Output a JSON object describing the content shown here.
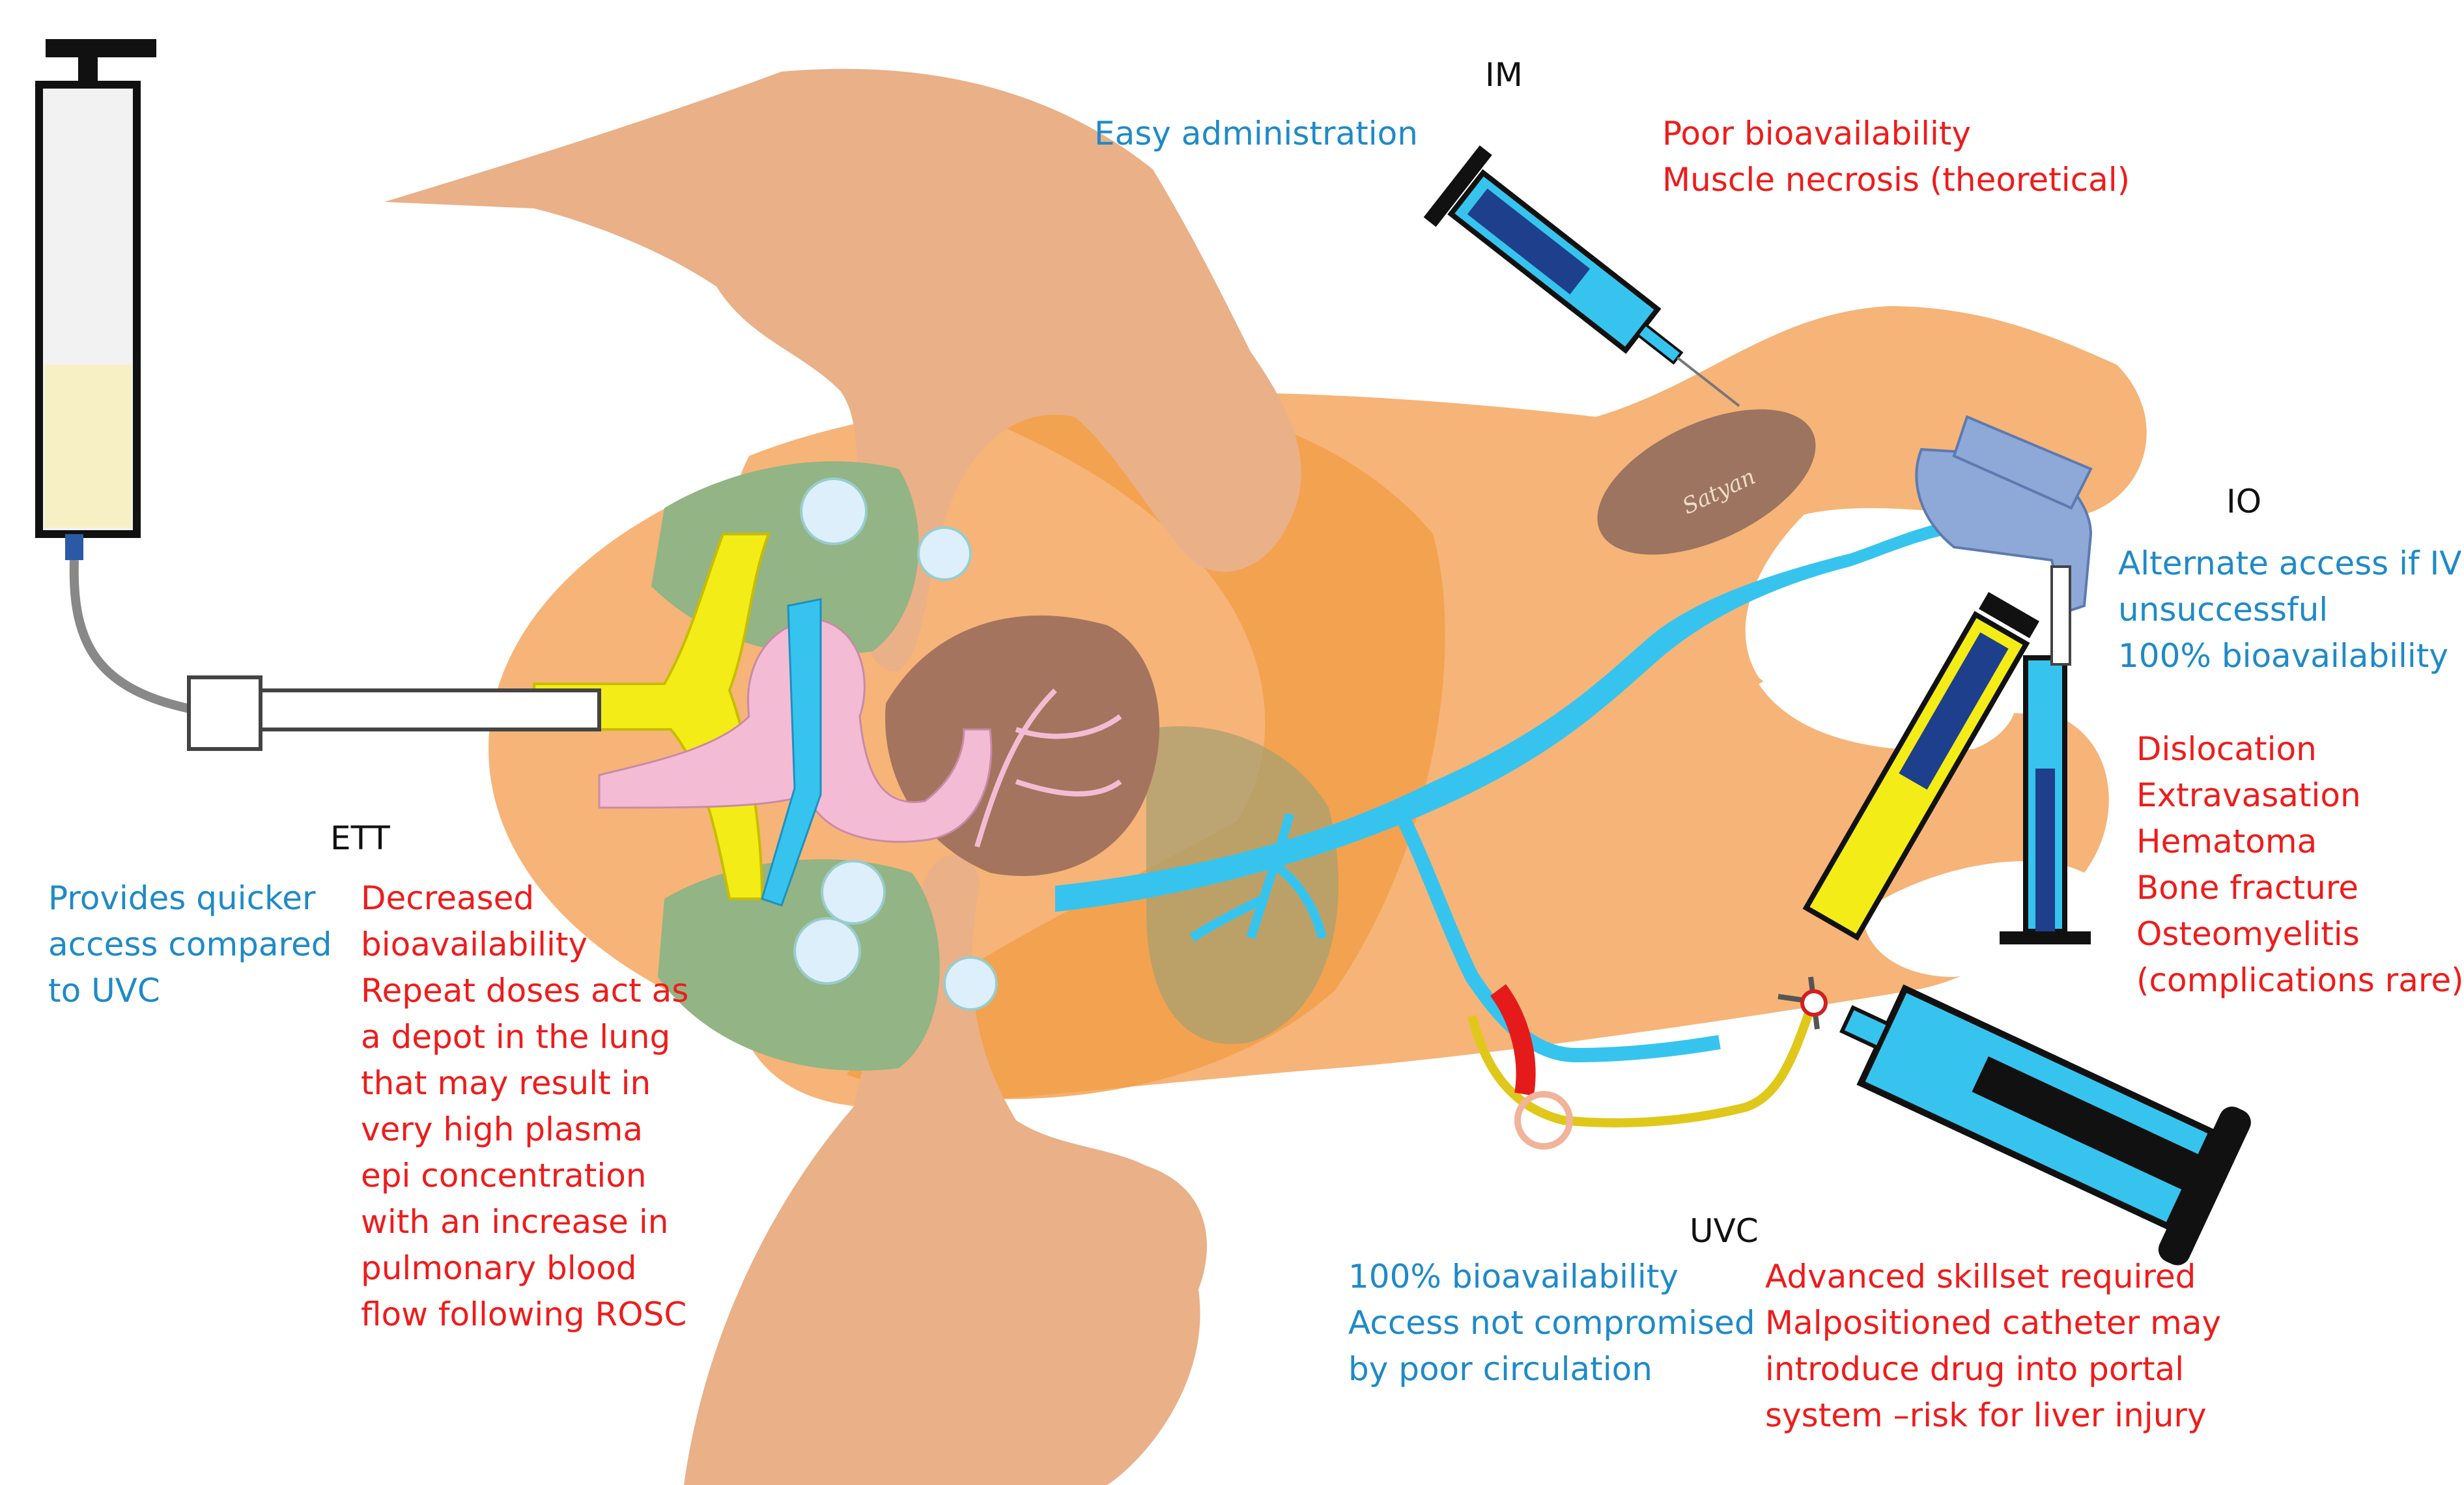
{
  "colors": {
    "advantage_text": "#1f8ac8",
    "disadvantage_text": "#ee1c1c",
    "route_label": "#111111",
    "skin": "#f6b478",
    "hand": "#eab087",
    "lung": "#93b484",
    "heart": "#a4745e",
    "vein": "#36c4ee",
    "airway": "#f4ec16",
    "aorta": "#f4bcd4",
    "muscle": "#9c7460",
    "io_device": "#8ea8d8"
  },
  "signature": "Satyan",
  "routes": {
    "ett": {
      "label": "ETT",
      "advantages": [
        "Provides quicker",
        "access compared",
        "to UVC"
      ],
      "disadvantages": [
        "Decreased",
        "bioavailability",
        "Repeat doses act as",
        "a depot in the lung",
        "that may result in",
        "very high plasma",
        "epi concentration",
        "with an increase in",
        "pulmonary blood",
        "flow following ROSC"
      ]
    },
    "im": {
      "label": "IM",
      "advantages": [
        "Easy administration"
      ],
      "disadvantages": [
        "Poor bioavailability",
        "Muscle necrosis (theoretical)"
      ]
    },
    "io": {
      "label": "IO",
      "advantages": [
        "Alternate access if IV",
        "unsuccessful",
        "100% bioavailability"
      ],
      "disadvantages": [
        "Dislocation",
        "Extravasation",
        "Hematoma",
        "Bone fracture",
        "Osteomyelitis",
        "(complications rare)"
      ]
    },
    "uvc": {
      "label": "UVC",
      "advantages": [
        "100% bioavailability",
        "Access not compromised",
        "by poor circulation"
      ],
      "disadvantages": [
        "Advanced skillset required",
        "Malpositioned catheter may",
        "introduce drug into portal",
        "system –risk for liver injury"
      ]
    }
  }
}
